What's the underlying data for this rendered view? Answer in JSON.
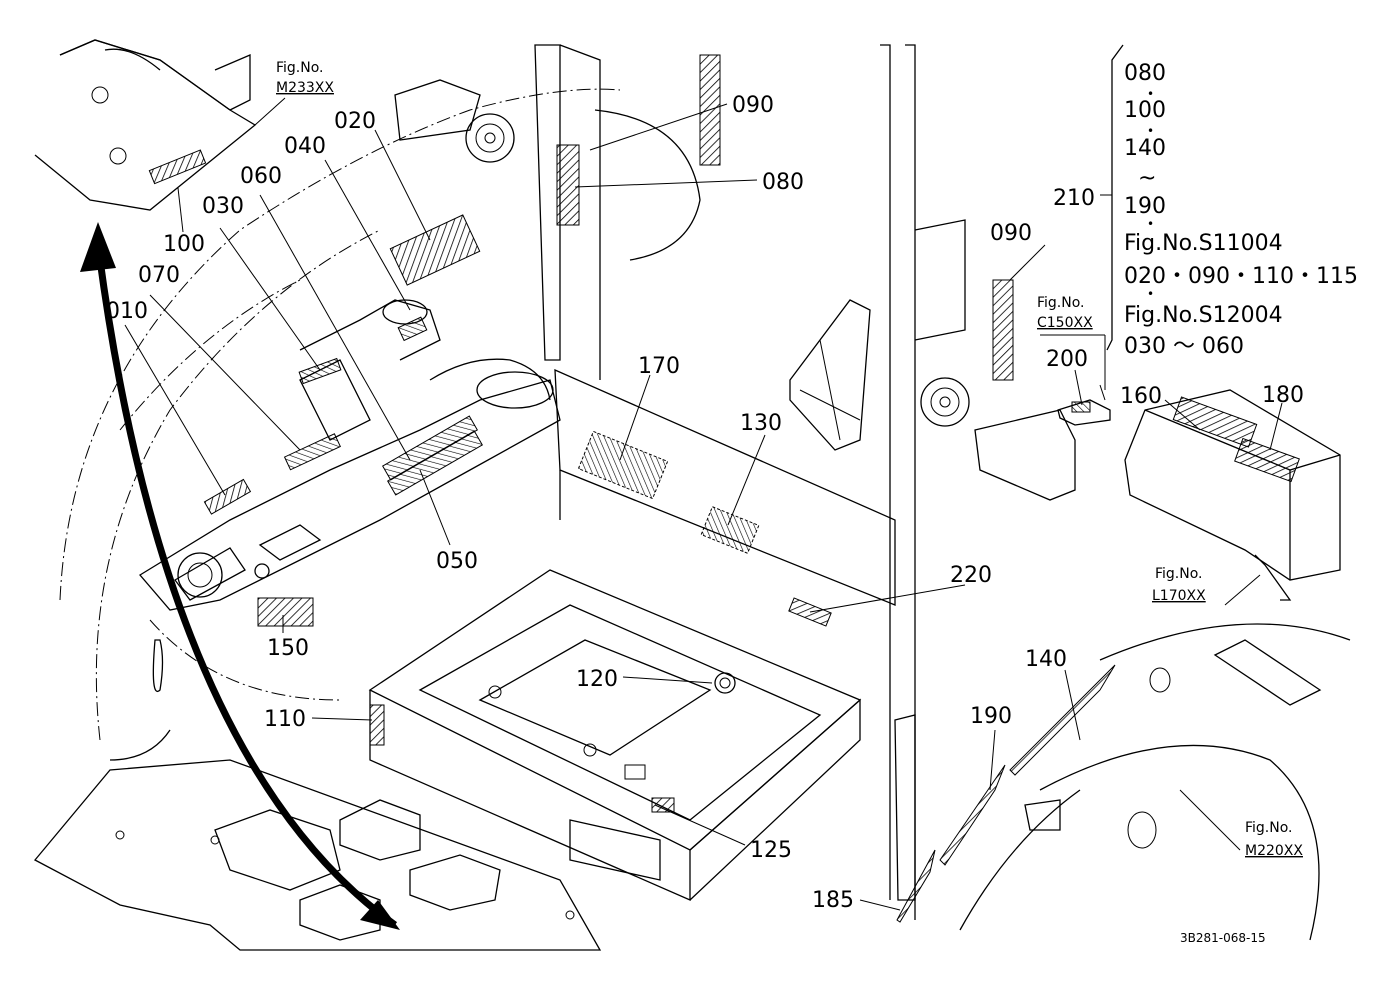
{
  "diagram": {
    "callouts": [
      "010",
      "020",
      "030",
      "040",
      "050",
      "060",
      "070",
      "080",
      "090",
      "090",
      "100",
      "110",
      "120",
      "125",
      "130",
      "140",
      "150",
      "160",
      "170",
      "180",
      "185",
      "190",
      "200",
      "210",
      "220"
    ],
    "fig_refs": [
      {
        "label": "Fig.No.",
        "code": "M233XX"
      },
      {
        "label": "Fig.No.",
        "code": "C150XX"
      },
      {
        "label": "Fig.No.",
        "code": "L170XX"
      },
      {
        "label": "Fig.No.",
        "code": "M220XX"
      }
    ],
    "legend": {
      "lines": [
        "080",
        "100",
        "140",
        "~",
        "190",
        "Fig.No.S11004",
        "020・090・110・115",
        "Fig.No.S12004",
        "030 ～ 060"
      ]
    },
    "drawing_code": "3B281-068-15",
    "colors": {
      "ink": "#000000",
      "paper": "#ffffff"
    }
  }
}
